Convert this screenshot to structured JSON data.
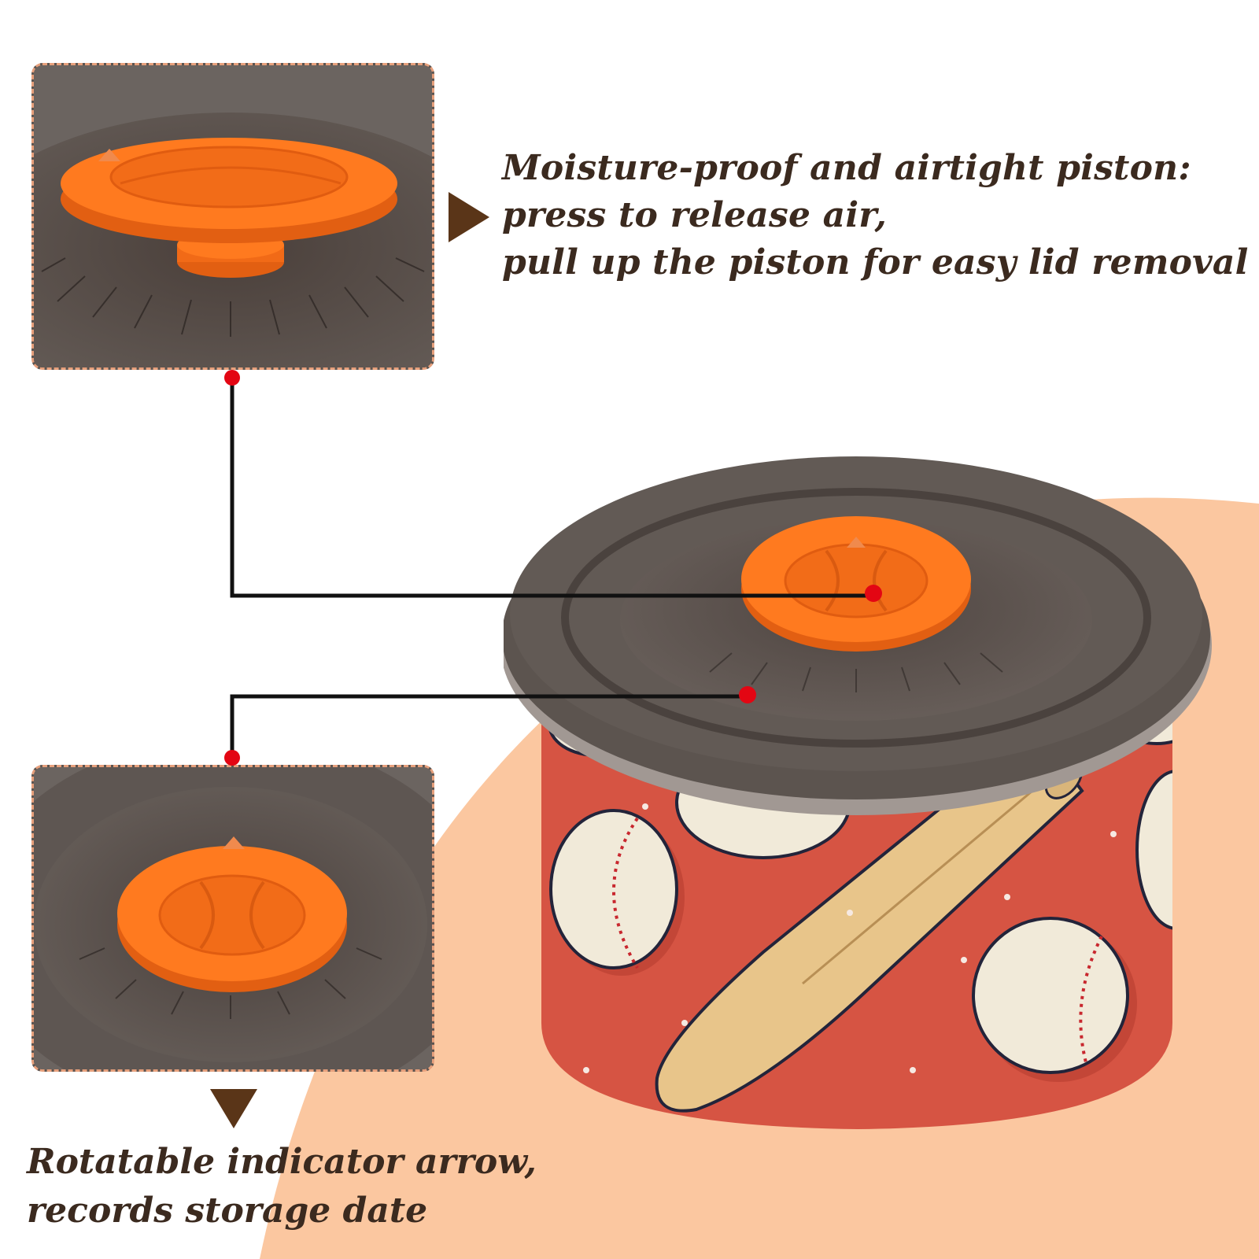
{
  "colors": {
    "background": "#ffffff",
    "peach_shape": "#fbc7a0",
    "inset_border": "#e7a07c",
    "caption_text": "#3b2a1f",
    "arrow_brown": "#5a3518",
    "connector_line": "#111111",
    "connector_dot": "#e30613",
    "piston_orange": "#ff7a1f",
    "lid_dark": "#5b5450",
    "can_red": "#d65443",
    "bat_tan": "#e8c58a",
    "ball_cream": "#f1ead9",
    "stitch_red": "#c8272e"
  },
  "callouts": {
    "piston": {
      "lines": [
        "Moisture-proof and airtight piston:",
        "press to release air,",
        "pull up the piston for easy lid removal"
      ],
      "arrow_icon": "triangle-right-icon"
    },
    "indicator": {
      "lines": [
        "Rotatable indicator arrow,",
        "records storage date"
      ],
      "arrow_icon": "triangle-down-icon"
    }
  },
  "images": {
    "top_inset": "piston-closeup",
    "bottom_inset": "indicator-dial-closeup",
    "main": "baseball-pattern-food-container"
  }
}
